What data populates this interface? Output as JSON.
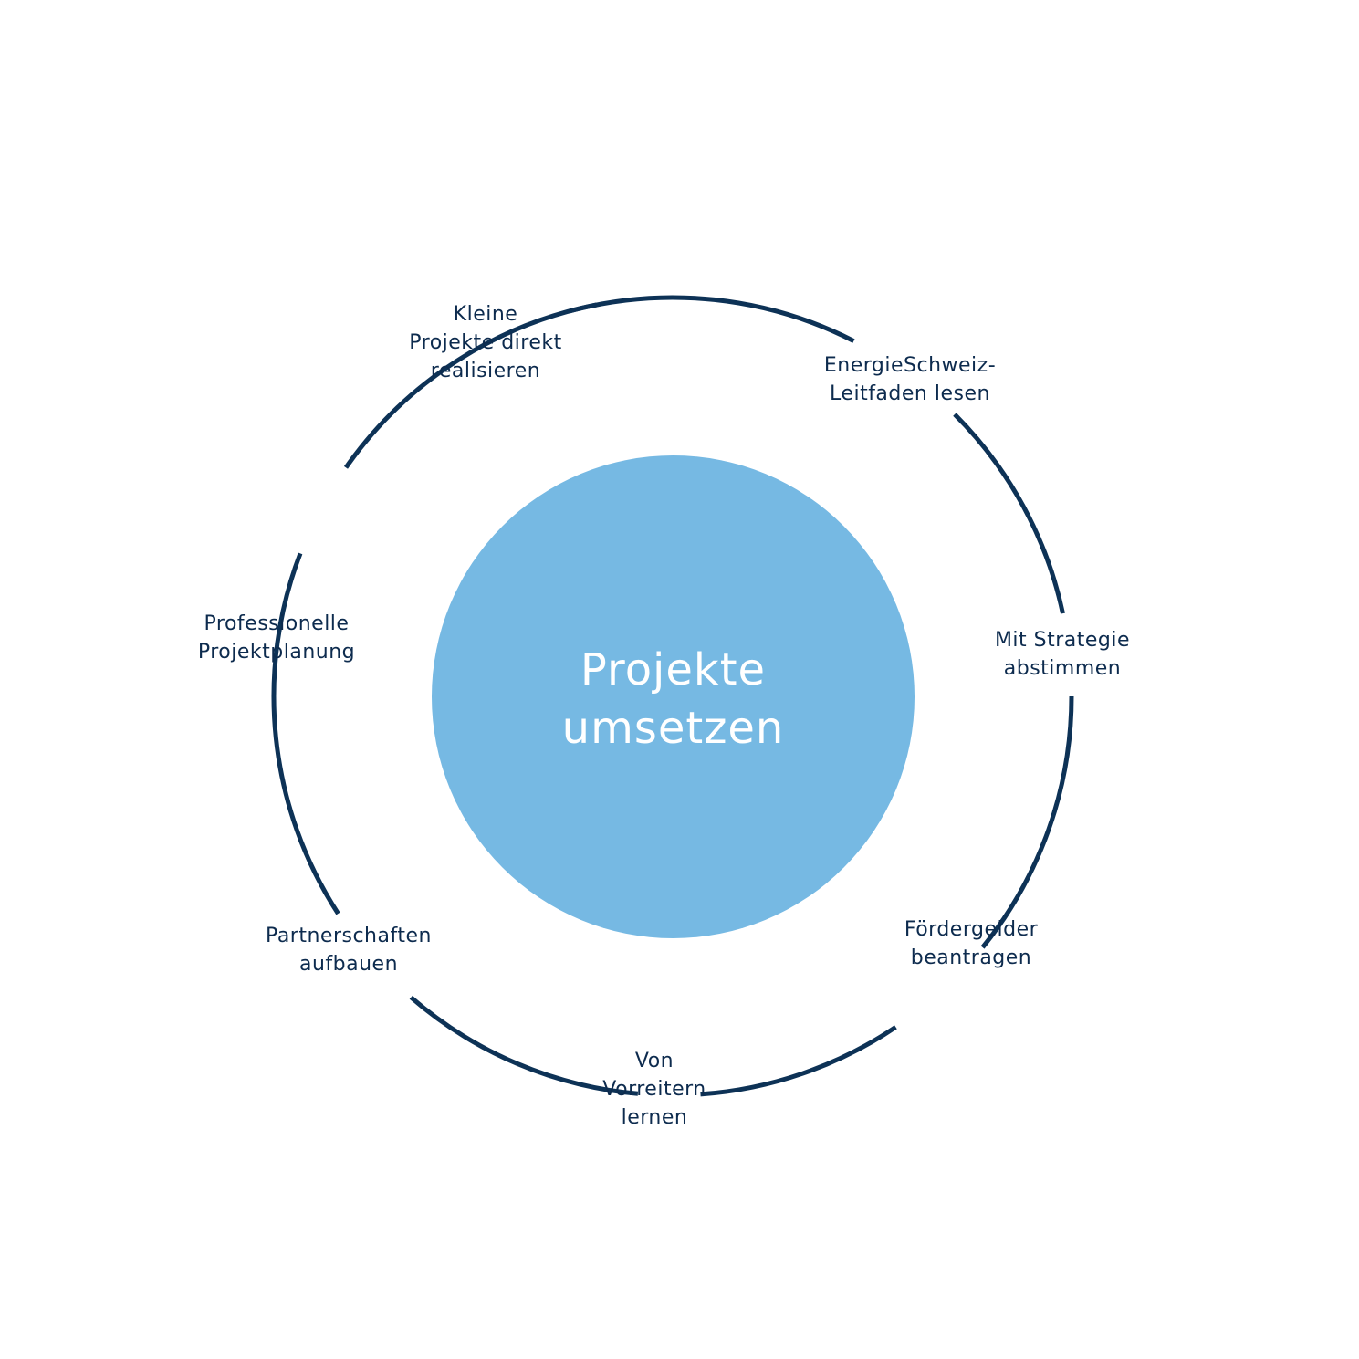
{
  "colors": {
    "ring": "#0d3256",
    "center_fill": "#76b9e3",
    "center_text": "#ffffff",
    "label_text": "#0d2b4e"
  },
  "center": {
    "line1": "Projekte",
    "line2": "umsetzen"
  },
  "steps": [
    {
      "line1": "Kleine",
      "line2": "Projekte direkt",
      "line3": "realisieren"
    },
    {
      "line1": "EnergieSchweiz-",
      "line2": "Leitfaden lesen"
    },
    {
      "line1": "Mit Strategie",
      "line2": "abstimmen"
    },
    {
      "line1": "Fördergelder",
      "line2": "beantragen"
    },
    {
      "line1": "Von",
      "line2": "Vorreitern",
      "line3": "lernen"
    },
    {
      "line1": "Partnerschaften",
      "line2": "aufbauen"
    },
    {
      "line1": "Professionelle",
      "line2": "Projektplanung"
    }
  ]
}
